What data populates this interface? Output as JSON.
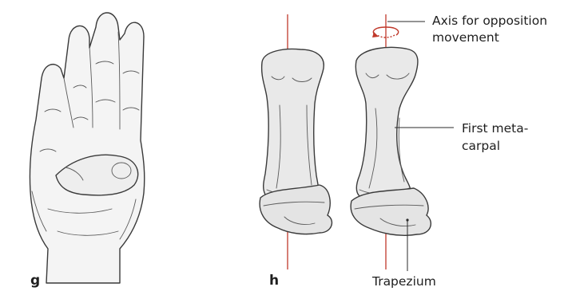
{
  "panels": {
    "g_label": "g",
    "h_label": "h"
  },
  "callouts": {
    "axis_line1": "Axis for opposition",
    "axis_line2": "movement",
    "metacarpal_line1": "First meta-",
    "metacarpal_line2": "carpal",
    "trapezium": "Trapezium"
  },
  "colors": {
    "axis": "#c0392b",
    "bone_fill": "#e9e9e9",
    "bone_shadow": "#d2d2d2",
    "skin": "#f4f4f4",
    "outline": "#3a3a3a"
  }
}
